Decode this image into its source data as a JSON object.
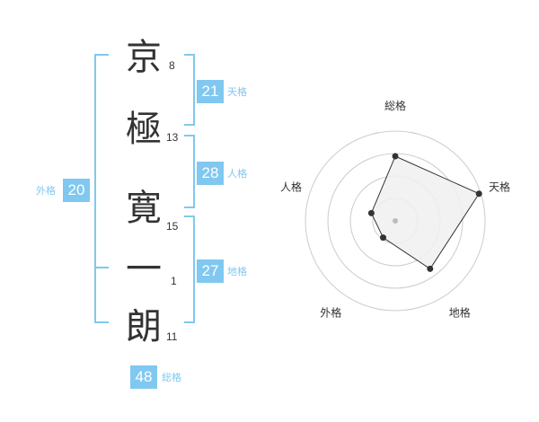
{
  "name": {
    "chars": [
      {
        "char": "京",
        "strokes": "8"
      },
      {
        "char": "極",
        "strokes": "13"
      },
      {
        "char": "寛",
        "strokes": "15"
      },
      {
        "char": "一",
        "strokes": "1"
      },
      {
        "char": "朗",
        "strokes": "11"
      }
    ]
  },
  "scores": {
    "tenkaku": {
      "label": "天格",
      "value": "21"
    },
    "jinkaku": {
      "label": "人格",
      "value": "28"
    },
    "chikaku": {
      "label": "地格",
      "value": "27"
    },
    "gaikaku": {
      "label": "外格",
      "value": "20"
    },
    "soukaku": {
      "label": "総格",
      "value": "48"
    }
  },
  "colors": {
    "accent": "#80c8f0",
    "radar_fill": "#f0f0f0",
    "ring": "#cccccc"
  },
  "chart_data": {
    "type": "radar",
    "axes": [
      "総格",
      "天格",
      "地格",
      "外格",
      "人格"
    ],
    "values": [
      0.72,
      0.98,
      0.66,
      0.23,
      0.28
    ],
    "range": [
      0,
      1
    ],
    "rings": 4
  }
}
